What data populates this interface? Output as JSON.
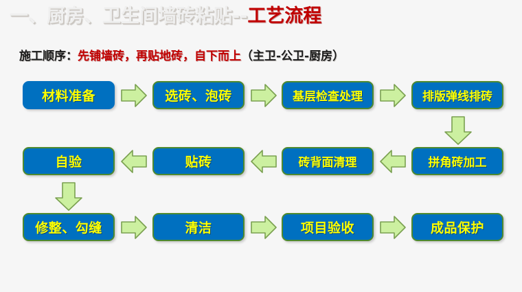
{
  "title": {
    "main": "一、厨房、卫生间墙砖粘贴--",
    "accent": "工艺流程"
  },
  "subtitle": {
    "label": "施工顺序：",
    "highlight": "先铺墙砖，再贴地砖，自下而上",
    "suffix": "（主卫-公卫-厨房）"
  },
  "colors": {
    "background": "#f6f6f6",
    "node_fill": "#0070c0",
    "node_border": "#4f8a2f",
    "node_text": "#ffff00",
    "arrow_fill": "#ccf0a0",
    "arrow_border": "#7aa050",
    "title_accent": "#c00000",
    "title_main": "#efefef"
  },
  "flow": {
    "row1": [
      {
        "id": "material-preparation",
        "label": "材料准备",
        "size": "normal"
      },
      {
        "id": "tile-selection-soaking",
        "label": "选砖、泡砖",
        "size": "normal"
      },
      {
        "id": "base-inspection-treatment",
        "label": "基层检查处理",
        "size": "small"
      },
      {
        "id": "layout-snapline-tiling",
        "label": "排版弹线排砖",
        "size": "small"
      }
    ],
    "row2": [
      {
        "id": "self-inspection",
        "label": "自验",
        "size": "normal"
      },
      {
        "id": "tile-pasting",
        "label": "贴砖",
        "size": "normal"
      },
      {
        "id": "tile-back-cleaning",
        "label": "砖背面清理",
        "size": "small"
      },
      {
        "id": "corner-tile-processing",
        "label": "拼角砖加工",
        "size": "small"
      }
    ],
    "row3": [
      {
        "id": "repair-pointing",
        "label": "修整、勾缝",
        "size": "normal"
      },
      {
        "id": "cleaning",
        "label": "清洁",
        "size": "normal"
      },
      {
        "id": "project-acceptance",
        "label": "项目验收",
        "size": "normal"
      },
      {
        "id": "finished-product-protection",
        "label": "成品保护",
        "size": "normal"
      }
    ],
    "arrows": {
      "row1_direction": "right",
      "row2_direction": "left",
      "row3_direction": "right",
      "connector_row1_to_row2": "down",
      "connector_row2_to_row3": "down"
    }
  }
}
